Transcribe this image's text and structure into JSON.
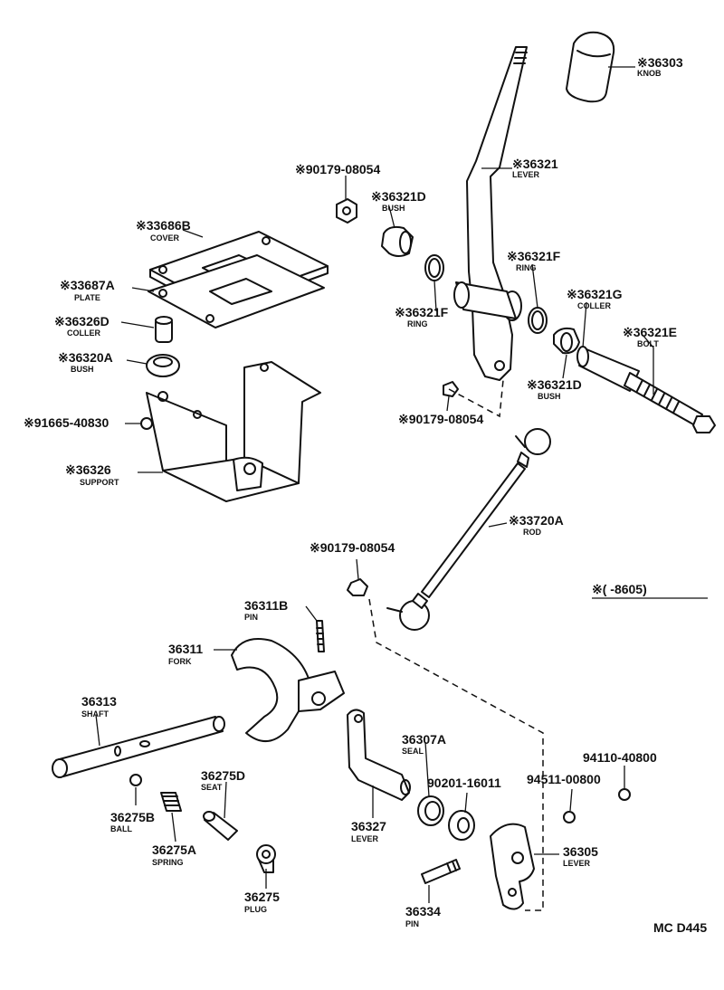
{
  "parts": [
    {
      "id": "knob",
      "number": "36303",
      "name": "KNOB",
      "starred": true
    },
    {
      "id": "lever-shift",
      "number": "36321",
      "name": "LEVER",
      "starred": true
    },
    {
      "id": "nut-upper",
      "number": "90179-08054",
      "name": "",
      "starred": true
    },
    {
      "id": "bush-upper",
      "number": "36321D",
      "name": "BUSH",
      "starred": true
    },
    {
      "id": "cover",
      "number": "33686B",
      "name": "COVER",
      "starred": true
    },
    {
      "id": "plate",
      "number": "33687A",
      "name": "PLATE",
      "starred": true
    },
    {
      "id": "ring-right",
      "number": "36321F",
      "name": "RING",
      "starred": true
    },
    {
      "id": "ring-left",
      "number": "36321F",
      "name": "RING",
      "starred": true
    },
    {
      "id": "coller-right",
      "number": "36321G",
      "name": "COLLER",
      "starred": true
    },
    {
      "id": "coller-left",
      "number": "36326D",
      "name": "COLLER",
      "starred": true
    },
    {
      "id": "bolt",
      "number": "36321E",
      "name": "BOLT",
      "starred": true
    },
    {
      "id": "bush-left",
      "number": "36320A",
      "name": "BUSH",
      "starred": true
    },
    {
      "id": "bush-lower",
      "number": "36321D",
      "name": "BUSH",
      "starred": true
    },
    {
      "id": "nut-middle",
      "number": "90179-08054",
      "name": "",
      "starred": true
    },
    {
      "id": "nut-small",
      "number": "91665-40830",
      "name": "",
      "starred": true
    },
    {
      "id": "support",
      "number": "36326",
      "name": "SUPPORT",
      "starred": true
    },
    {
      "id": "rod",
      "number": "33720A",
      "name": "ROD",
      "starred": true
    },
    {
      "id": "nut-lower",
      "number": "90179-08054",
      "name": "",
      "starred": true
    },
    {
      "id": "pin-upper",
      "number": "36311B",
      "name": "PIN",
      "starred": false
    },
    {
      "id": "fork",
      "number": "36311",
      "name": "FORK",
      "starred": false
    },
    {
      "id": "shaft",
      "number": "36313",
      "name": "SHAFT",
      "starred": false
    },
    {
      "id": "seal",
      "number": "36307A",
      "name": "SEAL",
      "starred": false
    },
    {
      "id": "washer-a",
      "number": "94110-40800",
      "name": "",
      "starred": false
    },
    {
      "id": "washer-b",
      "number": "90201-16011",
      "name": "",
      "starred": false
    },
    {
      "id": "washer-c",
      "number": "94511-00800",
      "name": "",
      "starred": false
    },
    {
      "id": "seat",
      "number": "36275D",
      "name": "SEAT",
      "starred": false
    },
    {
      "id": "ball",
      "number": "36275B",
      "name": "BALL",
      "starred": false
    },
    {
      "id": "spring",
      "number": "36275A",
      "name": "SPRING",
      "starred": false
    },
    {
      "id": "lever-inner",
      "number": "36327",
      "name": "LEVER",
      "starred": false
    },
    {
      "id": "lever-outer",
      "number": "36305",
      "name": "LEVER",
      "starred": false
    },
    {
      "id": "plug",
      "number": "36275",
      "name": "PLUG",
      "starred": false
    },
    {
      "id": "pin-lower",
      "number": "36334",
      "name": "PIN",
      "starred": false
    }
  ],
  "footnote": {
    "mark": "※",
    "text": "(      -8605)"
  },
  "diagram_code": "MC D445",
  "colors": {
    "ink": "#111111",
    "paper": "#ffffff"
  }
}
